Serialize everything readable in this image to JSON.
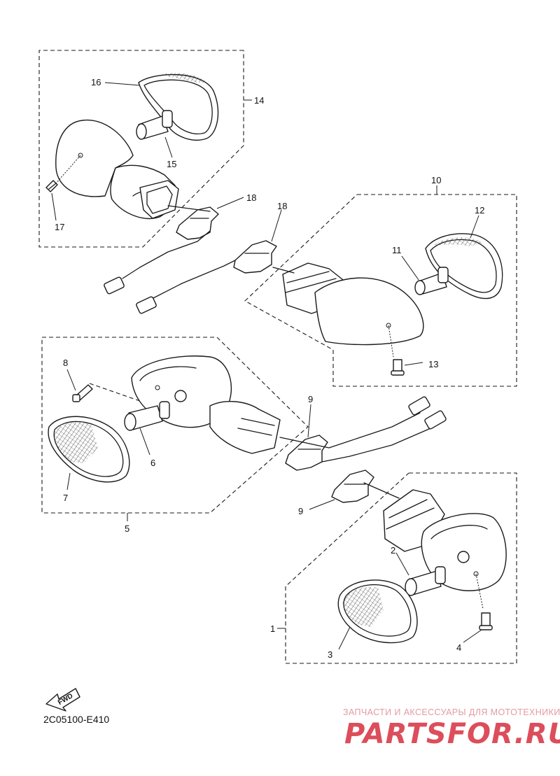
{
  "diagram": {
    "code": "2C05100-E410",
    "fwd_label": "FWD",
    "callouts": {
      "c1": "1",
      "c2": "2",
      "c3": "3",
      "c4": "4",
      "c5": "5",
      "c6": "6",
      "c7": "7",
      "c8": "8",
      "c9a": "9",
      "c9b": "9",
      "c10": "10",
      "c11": "11",
      "c12": "12",
      "c13": "13",
      "c14": "14",
      "c15": "15",
      "c16": "16",
      "c17": "17",
      "c18a": "18",
      "c18b": "18"
    }
  },
  "watermark": {
    "line1": "ЗАПЧАСТИ И АКСЕССУАРЫ ДЛЯ МОТОТЕХНИКИ",
    "line2": "PARTSFOR.RU",
    "color": "#d7303f"
  }
}
